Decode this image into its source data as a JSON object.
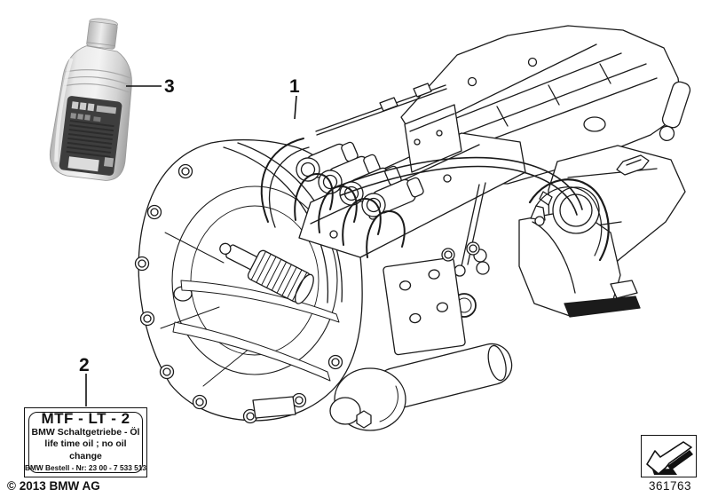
{
  "callouts": [
    {
      "label": "1"
    },
    {
      "label": "2"
    },
    {
      "label": "3"
    }
  ],
  "oil_spec_label": {
    "title": "MTF - LT - 2",
    "subtitle": "BMW Schaltgetriebe - Öl",
    "note": "life time oil ; no oil change",
    "order_number": "BMW Bestell - Nr: 23 00 - 7 533 513"
  },
  "footer": {
    "copyright": "© 2013 BMW AG",
    "diagram_number": "361763"
  },
  "colors": {
    "line": "#1b1b1b",
    "background": "#ffffff",
    "bottle_label": "#3e3e3e"
  },
  "icons": {
    "direction_arrow": "direction-arrow-icon"
  }
}
